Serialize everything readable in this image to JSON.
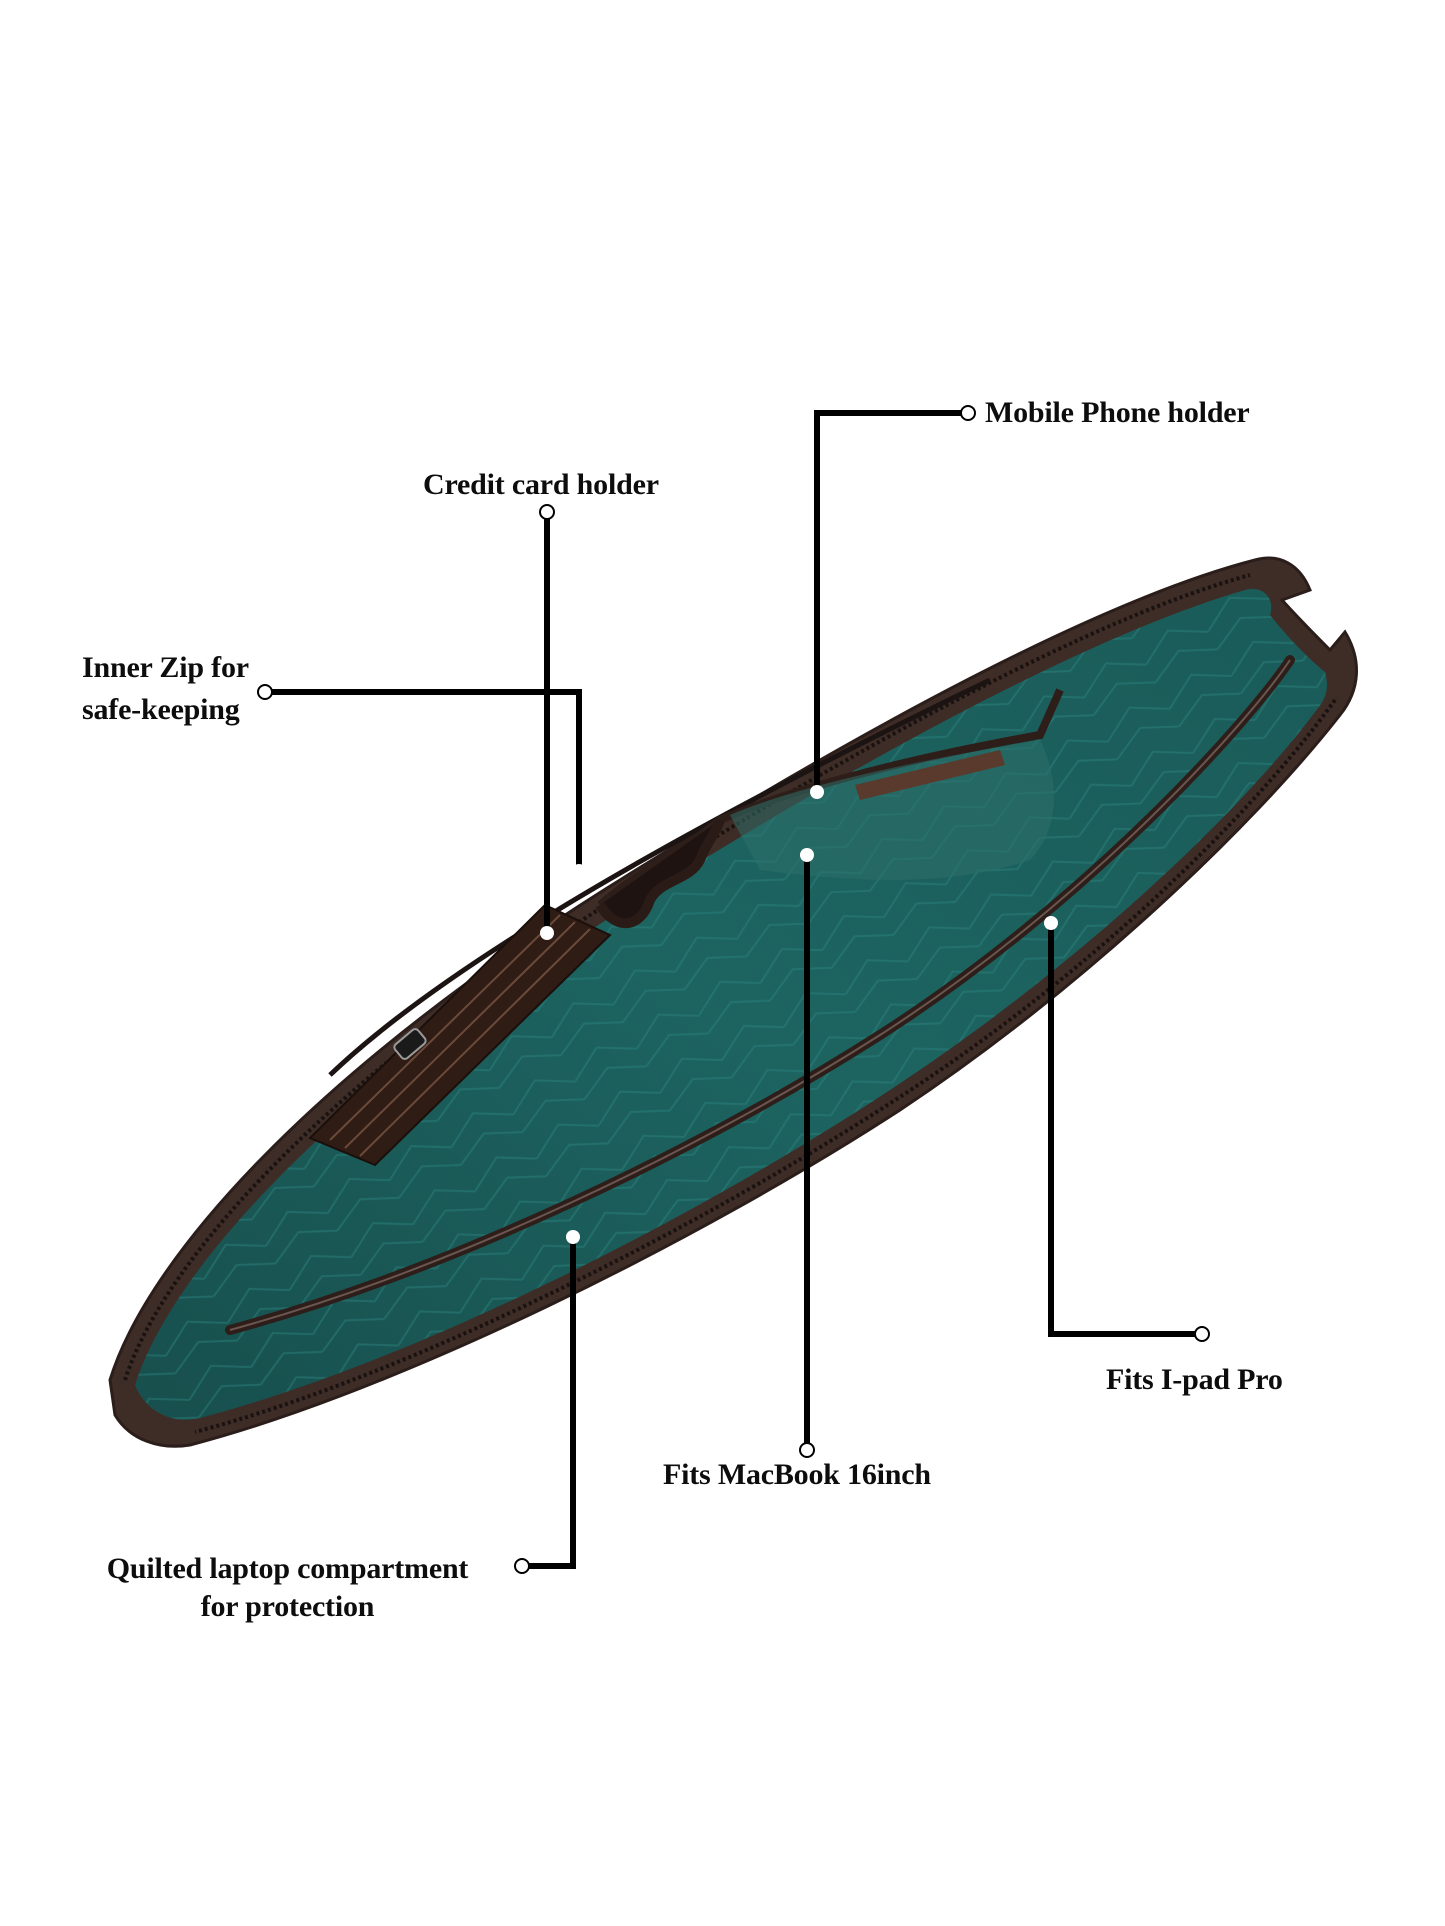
{
  "image": {
    "subject": "Open laptop sleeve / portfolio bag with teal lining and brown leather trim",
    "background_color": "#ffffff",
    "colors": {
      "lining_teal": "#1b5f5c",
      "lining_teal_light": "#2a7f7a",
      "trim_brown": "#3b2620",
      "zipper_brown": "#4a3a35",
      "leader_line": "#000000"
    }
  },
  "callouts": {
    "mobile_phone": {
      "label": "Mobile Phone holder"
    },
    "credit_card": {
      "label": "Credit card holder"
    },
    "inner_zip": {
      "line1": "Inner Zip for",
      "line2": "safe-keeping"
    },
    "macbook": {
      "label": "Fits MacBook 16inch"
    },
    "ipad": {
      "label": "Fits I-pad Pro"
    },
    "quilted": {
      "line1": "Quilted laptop compartment",
      "line2": "for protection"
    }
  }
}
